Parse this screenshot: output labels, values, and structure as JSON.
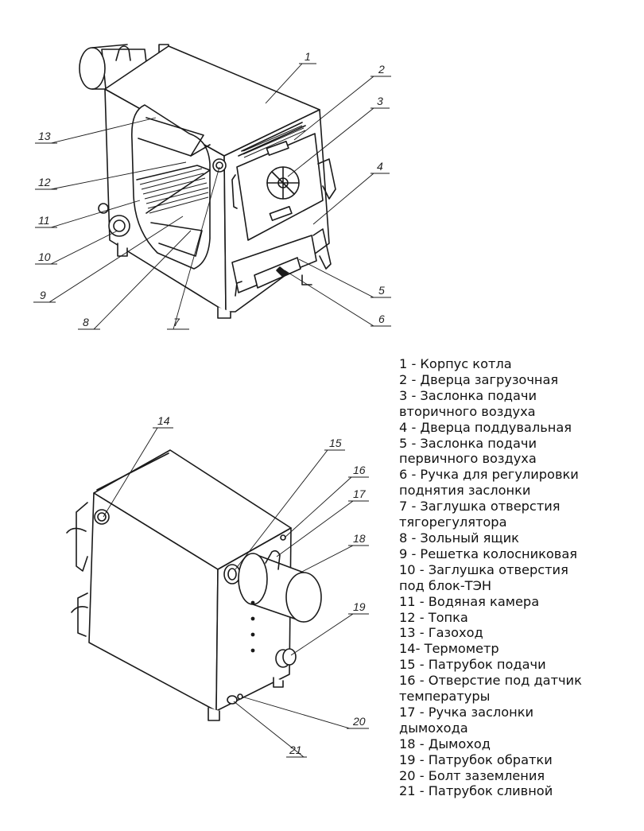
{
  "callouts": [
    "1",
    "2",
    "3",
    "4",
    "5",
    "6",
    "7",
    "8",
    "9",
    "10",
    "11",
    "12",
    "13",
    "14",
    "15",
    "16",
    "17",
    "18",
    "19",
    "20",
    "21"
  ],
  "legend": [
    [
      "1 - Корпус котла"
    ],
    [
      "2 - Дверца загрузочная"
    ],
    [
      "3 - Заслонка подачи",
      "вторичного воздуха"
    ],
    [
      "4 - Дверца поддувальная"
    ],
    [
      "5 - Заслонка подачи",
      "первичного воздуха"
    ],
    [
      "6 - Ручка для регулировки",
      "поднятия заслонки"
    ],
    [
      "7 - Заглушка отверстия",
      "тягорегулятора"
    ],
    [
      "8 - Зольный ящик"
    ],
    [
      "9 -  Решетка колосниковая"
    ],
    [
      "10 -  Заглушка отверстия",
      "под блок-ТЭН"
    ],
    [
      "11 - Водяная камера"
    ],
    [
      "12 - Топка"
    ],
    [
      "13 - Газоход"
    ],
    [
      "14- Термометр"
    ],
    [
      "15 - Патрубок подачи"
    ],
    [
      "16 - Отверстие под датчик",
      "температуры"
    ],
    [
      "17 - Ручка заслонки",
      "дымохода"
    ],
    [
      "18 - Дымоход"
    ],
    [
      "19 - Патрубок обратки"
    ],
    [
      "20 - Болт заземления"
    ],
    [
      "21 - Патрубок сливной"
    ]
  ]
}
